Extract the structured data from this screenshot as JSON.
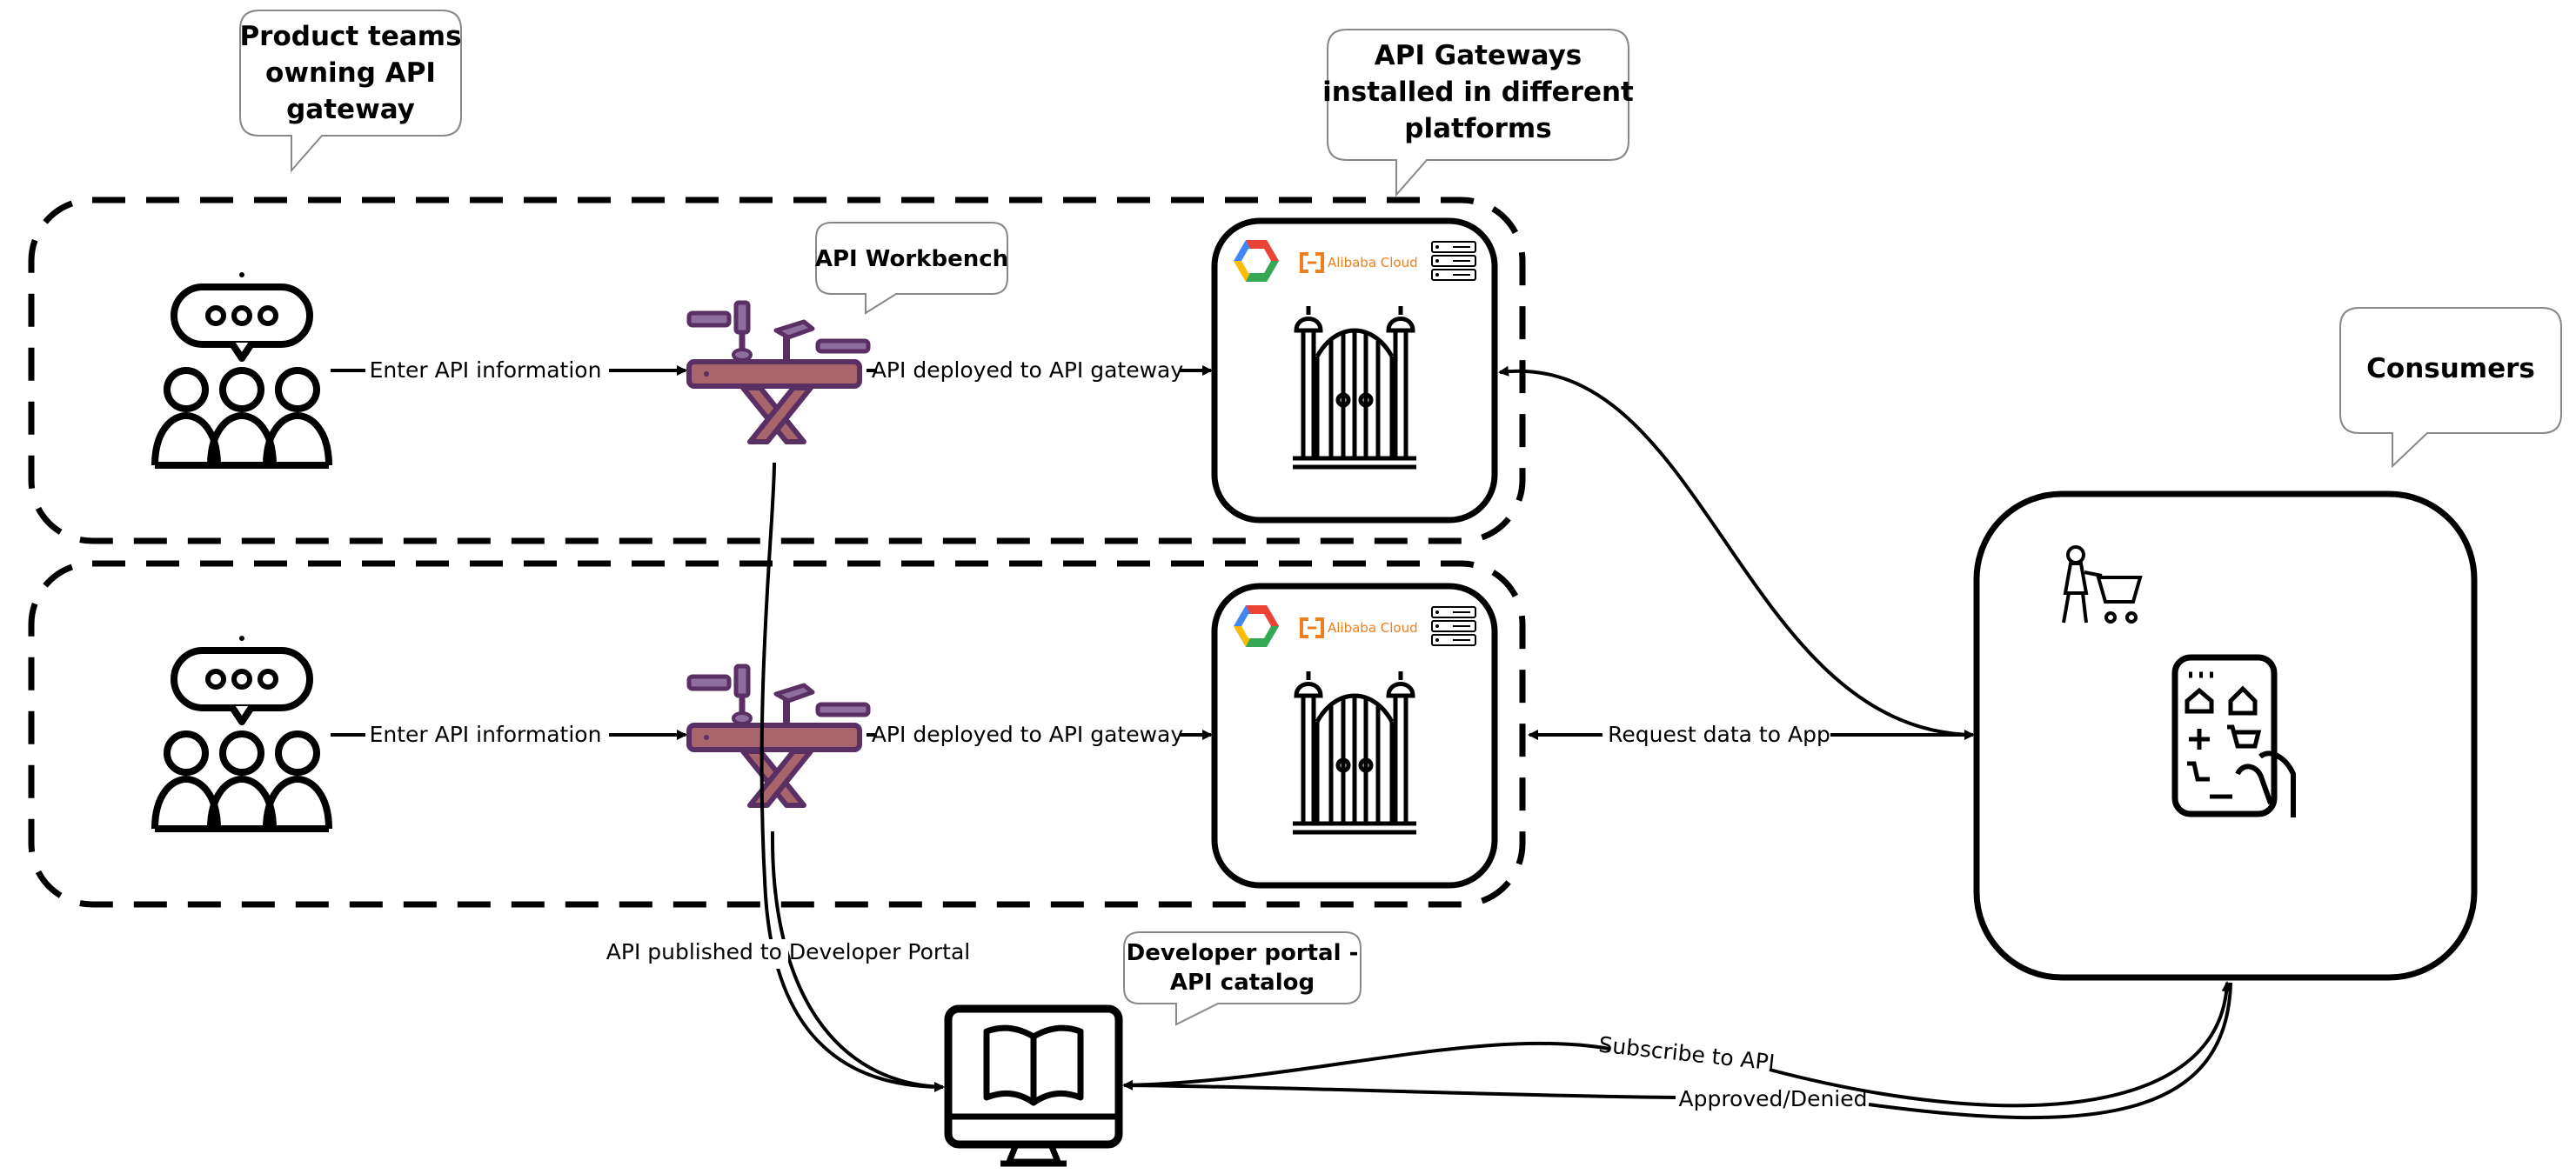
{
  "callouts": {
    "product_teams": [
      "Product teams",
      "owning API",
      "gateway"
    ],
    "api_gateways": [
      "API Gateways",
      "installed in different",
      "platforms"
    ],
    "api_workbench": "API Workbench",
    "consumers": "Consumers",
    "developer_portal": [
      "Developer portal -",
      "API catalog"
    ]
  },
  "edges": {
    "enter_api_info_1": "Enter API information",
    "enter_api_info_2": "Enter API information",
    "deployed_1": "API deployed to API gateway",
    "deployed_2": "API deployed to API gateway",
    "request_data": "Request data to App",
    "published": "API published to Developer Portal",
    "subscribe": "Subscribe to API",
    "approved": "Approved/Denied"
  },
  "logos": {
    "alibaba": "Alibaba Cloud"
  },
  "icons": [
    "team-icon",
    "workbench-icon",
    "gateway-icon",
    "gcp-logo-icon",
    "alibaba-cloud-icon",
    "server-rack-icon",
    "monitor-book-icon",
    "shopper-icon",
    "mobile-app-icon"
  ],
  "colors": {
    "workbench": "#a8656b",
    "workbench_outline": "#5a2f63",
    "alibaba": "#ef7e1e"
  }
}
